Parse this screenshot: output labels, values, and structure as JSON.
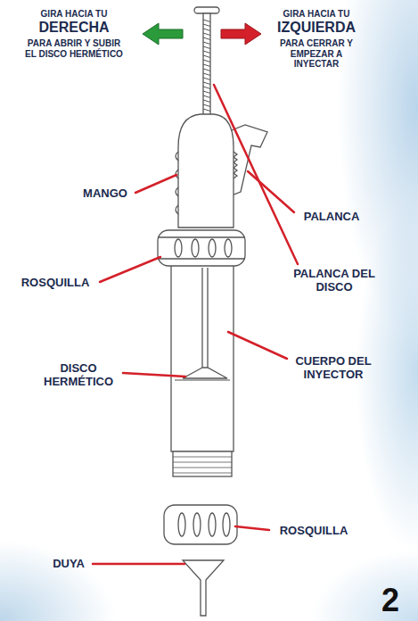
{
  "diagram": {
    "labels": [
      "GIRA HACIA TU",
      "DERECHA",
      "PARA ABRIR Y SUBIR EL DISCO HERMÉTICO",
      "GIRA HACIA TU",
      "IZQUIERDA",
      "PARA CERRAR Y EMPEZAR A INYECTAR",
      "PALANCA DEL DISCO",
      "MANGO",
      "PALANCA",
      "ROSQUILLA",
      "CUERPO DEL INYECTOR",
      "DISCO HERMÉTICO",
      "ROSQUILLA",
      "DUYA",
      "2"
    ]
  }
}
